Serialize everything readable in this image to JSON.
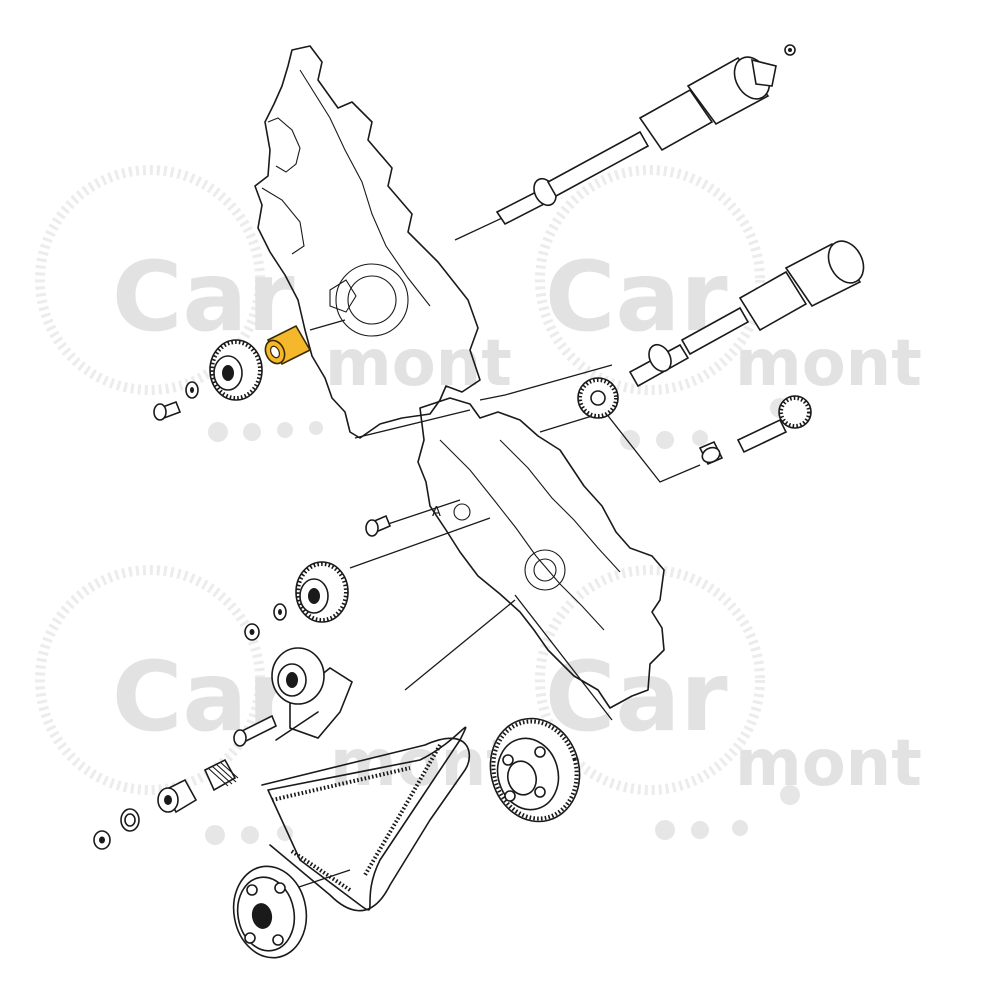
{
  "watermark": {
    "word1": "Car",
    "word2": "mont",
    "color": "#e2e2e2"
  },
  "diagram": {
    "callout_label": "A",
    "highlight_color": "#f5b72c",
    "highlighted_part": "bushing"
  }
}
